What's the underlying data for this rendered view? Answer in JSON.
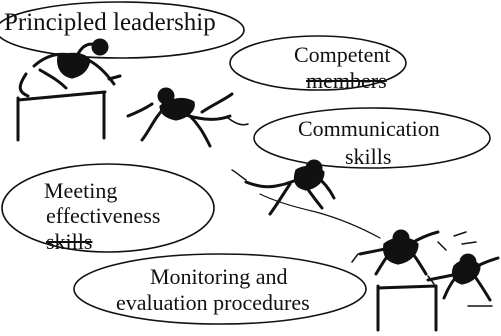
{
  "diagram": {
    "items": [
      {
        "lines": [
          "Principled leadership"
        ]
      },
      {
        "lines": [
          "Competent",
          "members"
        ]
      },
      {
        "lines": [
          "Communication",
          "skills"
        ]
      },
      {
        "lines": [
          "Meeting",
          "effectiveness",
          "skills"
        ]
      },
      {
        "lines": [
          "Monitoring and",
          "evaluation procedures"
        ]
      }
    ],
    "colors": {
      "ink": "#111111",
      "background": "#ffffff"
    },
    "figures": [
      "hurdler-figure-1",
      "runner-figure-2",
      "sprinter-figure-3",
      "diving-figure-4",
      "hurdler-figure-5"
    ]
  }
}
